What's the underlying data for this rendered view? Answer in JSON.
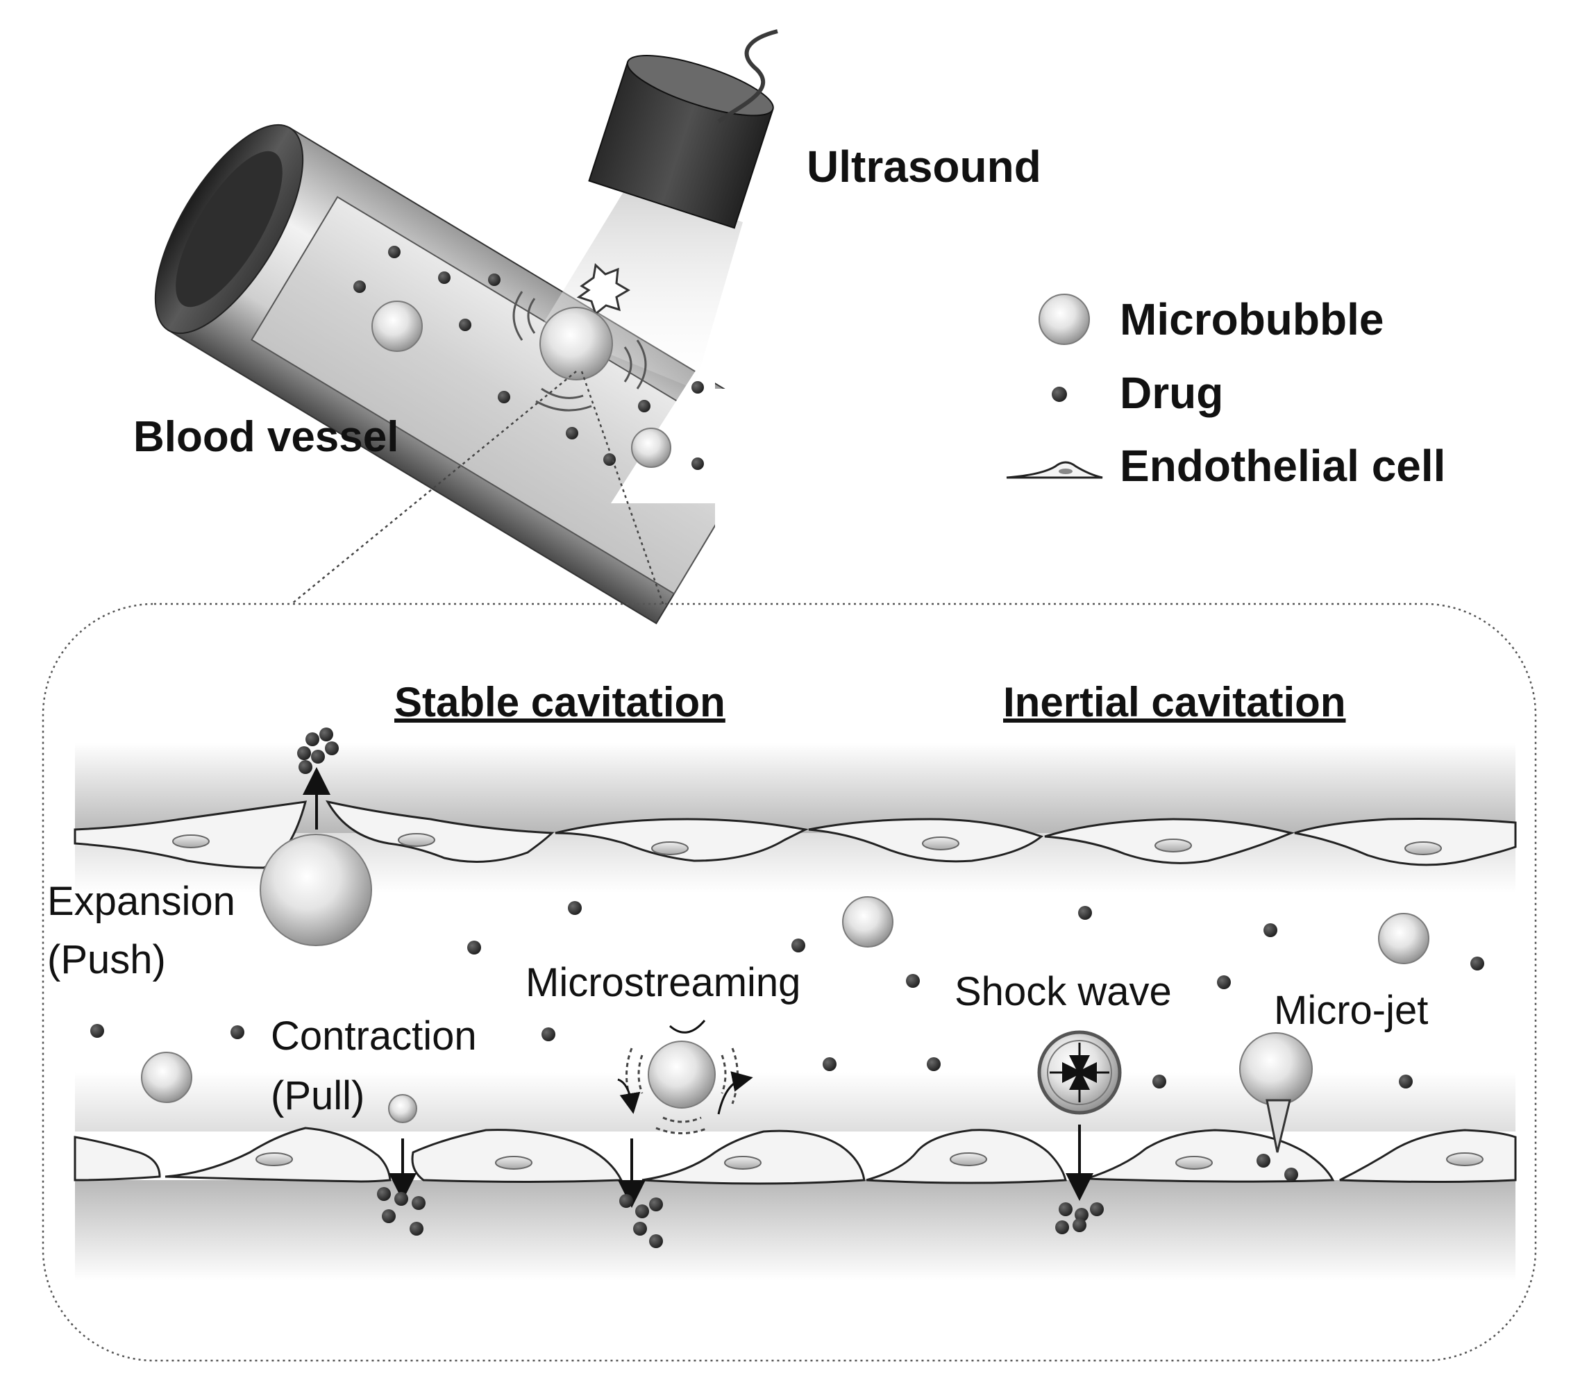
{
  "labels": {
    "ultrasound": "Ultrasound",
    "blood_vessel": "Blood vessel",
    "stable_cavitation": "Stable cavitation",
    "inertial_cavitation": "Inertial cavitation",
    "expansion": "Expansion",
    "push": "(Push)",
    "contraction": "Contraction",
    "pull": "(Pull)",
    "microstreaming": "Microstreaming",
    "shock_wave": "Shock wave",
    "micro_jet": "Micro-jet"
  },
  "legend": {
    "microbubble": "Microbubble",
    "drug": "Drug",
    "endothelial_cell": "Endothelial cell"
  },
  "colors": {
    "drug": "#2b2b2b",
    "outline": "#222222",
    "vessel_dark": "#3a3a3a",
    "cell_fill": "#f4f4f4"
  }
}
